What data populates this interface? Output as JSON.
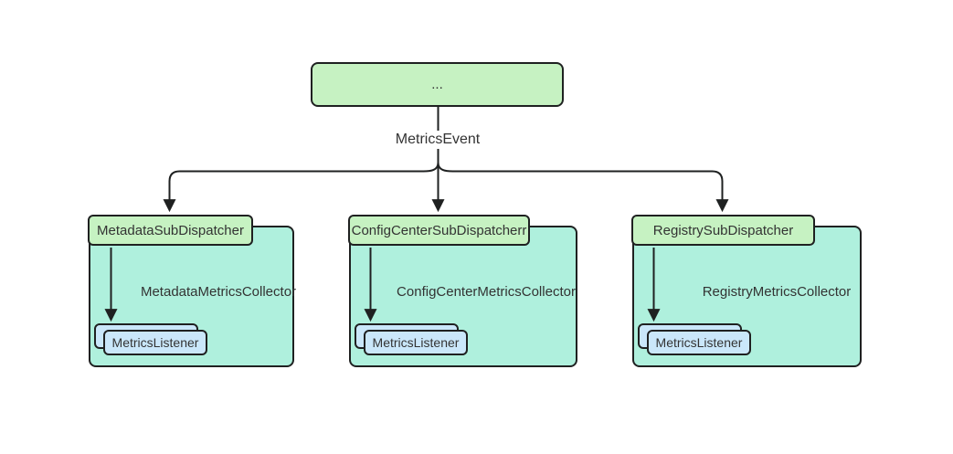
{
  "diagram": {
    "root": {
      "label": "..."
    },
    "edge_label": "MetricsEvent",
    "clusters": [
      {
        "dispatcher": "MetadataSubDispatcher",
        "collector": "MetadataMetricsCollector",
        "listener": "MetricsListener"
      },
      {
        "dispatcher": "ConfigCenterSubDispatcherr",
        "collector": "ConfigCenterMetricsCollector",
        "listener": "MetricsListener"
      },
      {
        "dispatcher": "RegistrySubDispatcher",
        "collector": "RegistryMetricsCollector",
        "listener": "MetricsListener"
      }
    ],
    "colors": {
      "node_fill_green": "#c6f2c2",
      "cluster_fill_teal": "#aff0dd",
      "listener_fill_blue": "#cae7fa",
      "border": "#1f2121",
      "text": "#333333",
      "background": "#ffffff"
    }
  }
}
